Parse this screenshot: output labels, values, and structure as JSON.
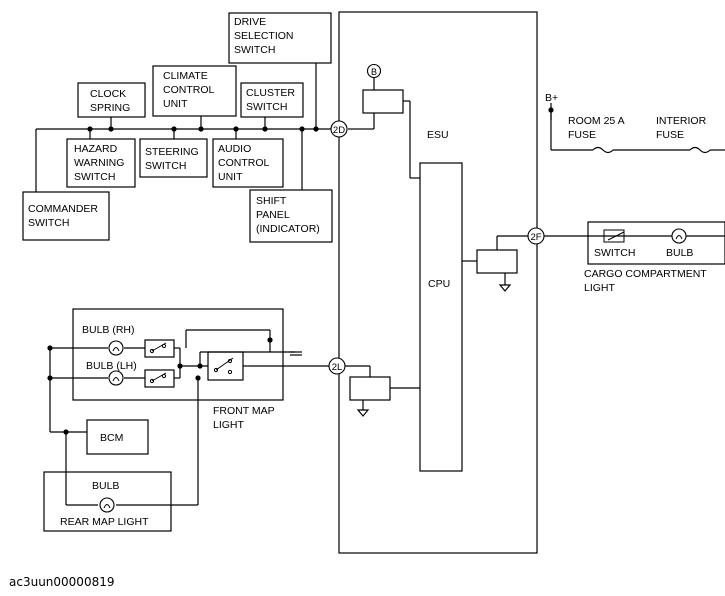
{
  "boxes": {
    "drive_selection_switch": [
      "DRIVE",
      "SELECTION",
      "SWITCH"
    ],
    "clock_spring": [
      "CLOCK",
      "SPRING"
    ],
    "climate_control_unit": [
      "CLIMATE",
      "CONTROL",
      "UNIT"
    ],
    "cluster_switch": [
      "CLUSTER",
      "SWITCH"
    ],
    "hazard_warning_switch": [
      "HAZARD",
      "WARNING",
      "SWITCH"
    ],
    "steering_switch": [
      "STEERING",
      "SWITCH"
    ],
    "audio_control_unit": [
      "AUDIO",
      "CONTROL",
      "UNIT"
    ],
    "commander_switch": [
      "COMMANDER",
      "SWITCH"
    ],
    "shift_panel": [
      "SHIFT",
      "PANEL",
      "(INDICATOR)"
    ],
    "bcm": "BCM"
  },
  "esu": {
    "label": "ESU",
    "cpu": "CPU"
  },
  "connectors": {
    "b": "B",
    "c2d": "2D",
    "c2f": "2F",
    "c2l": "2L"
  },
  "power": {
    "b_plus": "B+",
    "room_fuse": [
      "ROOM 25 A",
      "FUSE"
    ],
    "interior_fuse": [
      "INTERIOR",
      "FUSE"
    ]
  },
  "cargo": {
    "switch": "SWITCH",
    "bulb": "BULB",
    "label": [
      "CARGO COMPARTMENT",
      "LIGHT"
    ]
  },
  "front_map": {
    "bulb_rh": "BULB (RH)",
    "bulb_lh": "BULB (LH)",
    "label": [
      "FRONT MAP",
      "LIGHT"
    ]
  },
  "rear_map": {
    "bulb": "BULB",
    "label": "REAR MAP LIGHT"
  },
  "caption": "ac3uun00000819"
}
